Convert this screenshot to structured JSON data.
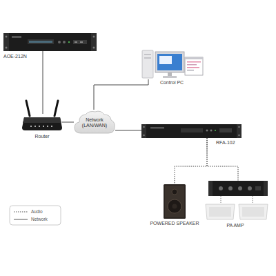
{
  "diagram": {
    "nodes": [
      {
        "text": [
          "AOE-212N"
        ]
      },
      {
        "text": [
          "Router"
        ]
      },
      {
        "text": [
          "Network (LAN/WAN)"
        ]
      },
      {
        "text": [
          "Control PC"
        ]
      },
      {
        "text": [
          "RFA-102"
        ]
      },
      {
        "text": [
          "POWERED SPEAKER"
        ]
      },
      {
        "text": [
          "PA AMP"
        ]
      }
    ],
    "edges": [
      {
        "from": 0,
        "to": 1,
        "arrow": "none"
      },
      {
        "from": 1,
        "to": 2,
        "arrow": "none"
      },
      {
        "from": 2,
        "to": 3,
        "arrow": "none"
      },
      {
        "from": 2,
        "to": 4,
        "arrow": "none"
      },
      {
        "from": 4,
        "to": 5,
        "arrow": "none"
      },
      {
        "from": 4,
        "to": 6,
        "arrow": "none"
      }
    ],
    "legend": [
      {
        "text": "Audio"
      },
      {
        "text": "Network"
      }
    ]
  }
}
